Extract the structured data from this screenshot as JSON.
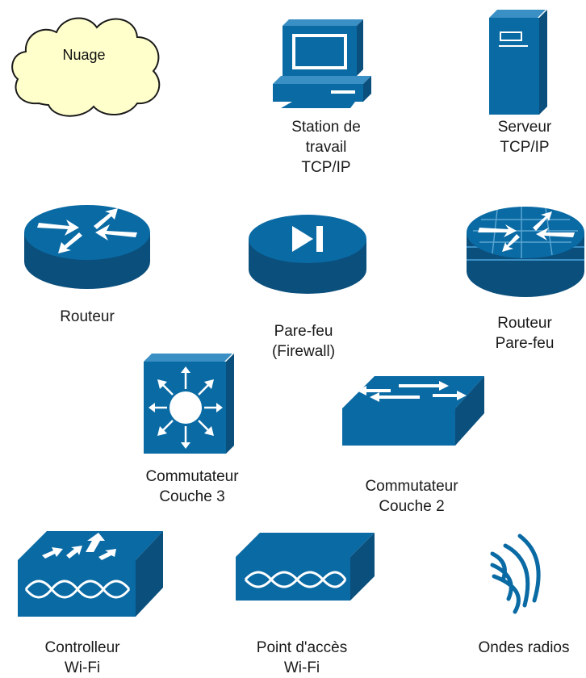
{
  "colors": {
    "device_blue": "#0a6aa4",
    "device_dark": "#0b4f7c",
    "device_mid": "#0e5f93",
    "cloud_fill": "#ffffcc",
    "cloud_stroke": "#1a1a1a",
    "white": "#ffffff"
  },
  "items": {
    "cloud": {
      "icon": "cloud-icon",
      "label": "Nuage"
    },
    "workstation": {
      "icon": "workstation-icon",
      "lines": [
        "Station de",
        "travail",
        "TCP/IP"
      ]
    },
    "server": {
      "icon": "server-icon",
      "lines": [
        "Serveur",
        "TCP/IP"
      ]
    },
    "router": {
      "icon": "router-icon",
      "lines": [
        "Routeur"
      ]
    },
    "firewall": {
      "icon": "firewall-icon",
      "lines": [
        "Pare-feu",
        "(Firewall)"
      ]
    },
    "router_firewall": {
      "icon": "router-firewall-icon",
      "lines": [
        "Routeur",
        "Pare-feu"
      ]
    },
    "switch_l3": {
      "icon": "layer3-switch-icon",
      "lines": [
        "Commutateur",
        "Couche 3"
      ]
    },
    "switch_l2": {
      "icon": "layer2-switch-icon",
      "lines": [
        "Commutateur",
        "Couche 2"
      ]
    },
    "wifi_controller": {
      "icon": "wifi-controller-icon",
      "lines": [
        "Controlleur",
        "Wi-Fi"
      ]
    },
    "access_point": {
      "icon": "access-point-icon",
      "lines": [
        "Point d'accès",
        "Wi-Fi"
      ]
    },
    "radio_waves": {
      "icon": "radio-waves-icon",
      "lines": [
        "Ondes radios"
      ]
    }
  }
}
